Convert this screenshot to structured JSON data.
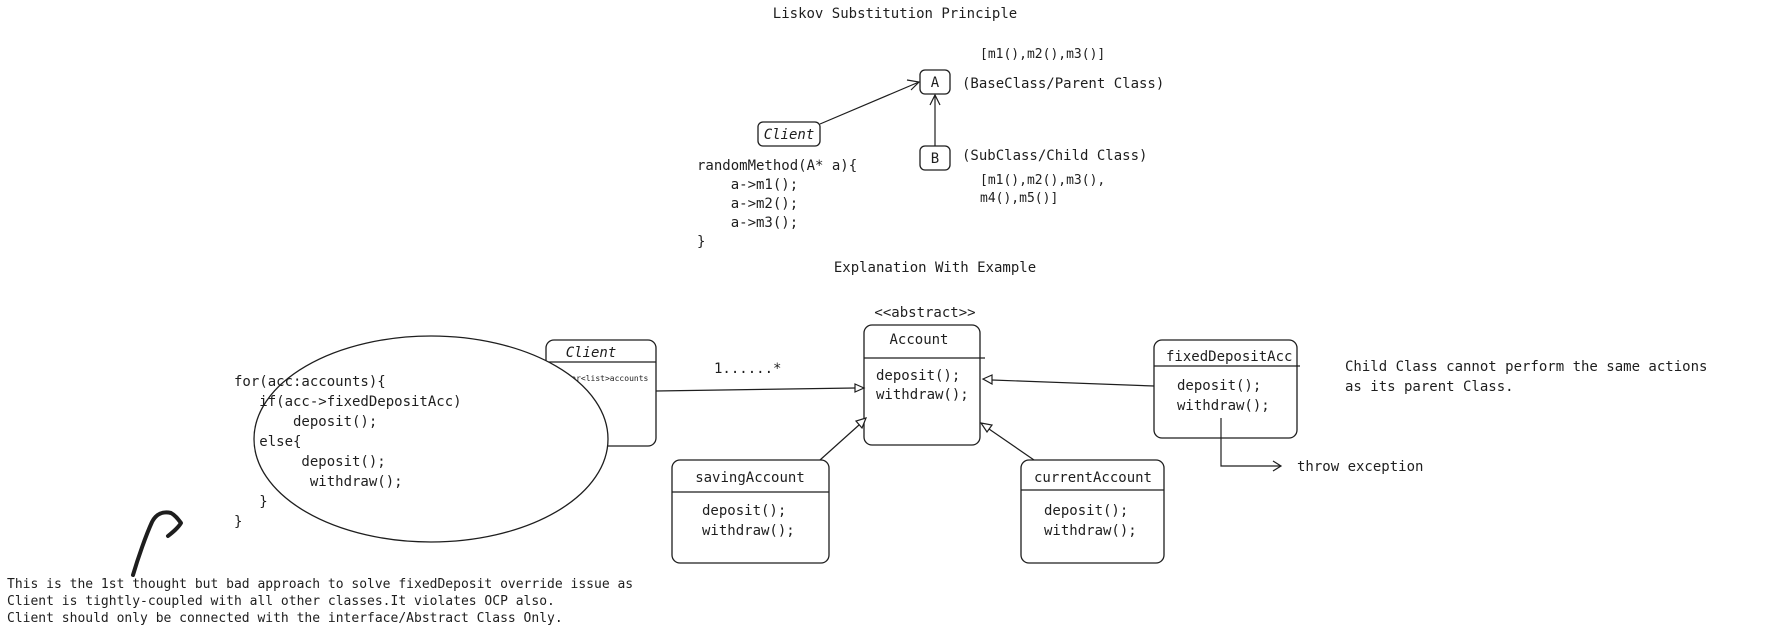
{
  "title": "Liskov Substitution Principle",
  "top": {
    "a_methods": "[m1(),m2(),m3()]",
    "a_label": "A",
    "a_desc": "(BaseClass/Parent Class)",
    "b_label": "B",
    "b_desc": "(SubClass/Child Class)",
    "b_methods_1": "[m1(),m2(),m3(),",
    "b_methods_2": "m4(),m5()]",
    "client_label": "Client",
    "code": [
      "randomMethod(A* a){",
      "    a->m1();",
      "    a->m2();",
      "    a->m3();",
      "}"
    ]
  },
  "example_title": "Explanation With Example",
  "example": {
    "abstract_tag": "<<abstract>>",
    "account": {
      "name": "Account",
      "methods": [
        "deposit();",
        "withdraw();"
      ]
    },
    "client": {
      "name": "Client",
      "field": "vector<list>accounts"
    },
    "multiplicity": "1......*",
    "fixed": {
      "name": "fixedDepositAcc",
      "methods": [
        "deposit();",
        "withdraw();"
      ]
    },
    "saving": {
      "name": "savingAccount",
      "methods": [
        "deposit();",
        "withdraw();"
      ]
    },
    "current": {
      "name": "currentAccount",
      "methods": [
        "deposit();",
        "withdraw();"
      ]
    },
    "note": [
      "Child Class cannot perform the same actions",
      "as its parent Class."
    ],
    "exception": "throw exception"
  },
  "bad_code": [
    "for(acc:accounts){",
    "   if(acc->fixedDepositAcc)",
    "       deposit();",
    "   else{",
    "        deposit();",
    "         withdraw();",
    "   }",
    "}"
  ],
  "bottom_note": [
    "This is the 1st thought but bad approach to solve fixedDeposit override issue as",
    "Client is tightly-coupled with all other classes.It violates OCP also.",
    "Client should only be connected with the interface/Abstract Class Only."
  ]
}
